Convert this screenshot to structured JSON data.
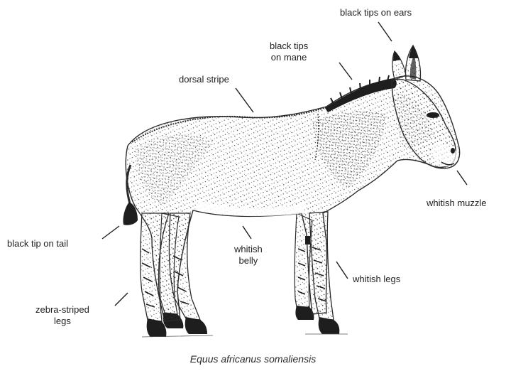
{
  "labels": {
    "ears": "black tips on ears",
    "mane": [
      "black tips",
      "on mane"
    ],
    "dorsal": "dorsal stripe",
    "muzzle": "whitish muzzle",
    "tail": "black tip on tail",
    "belly": [
      "whitish",
      "belly"
    ],
    "legs": "whitish legs",
    "zebra": [
      "zebra-striped",
      "legs"
    ]
  },
  "caption": "Equus africanus somaliensis",
  "colors": {
    "ink": "#1e1e1e",
    "stipple": "#3a3a3a",
    "paper": "#ffffff"
  }
}
